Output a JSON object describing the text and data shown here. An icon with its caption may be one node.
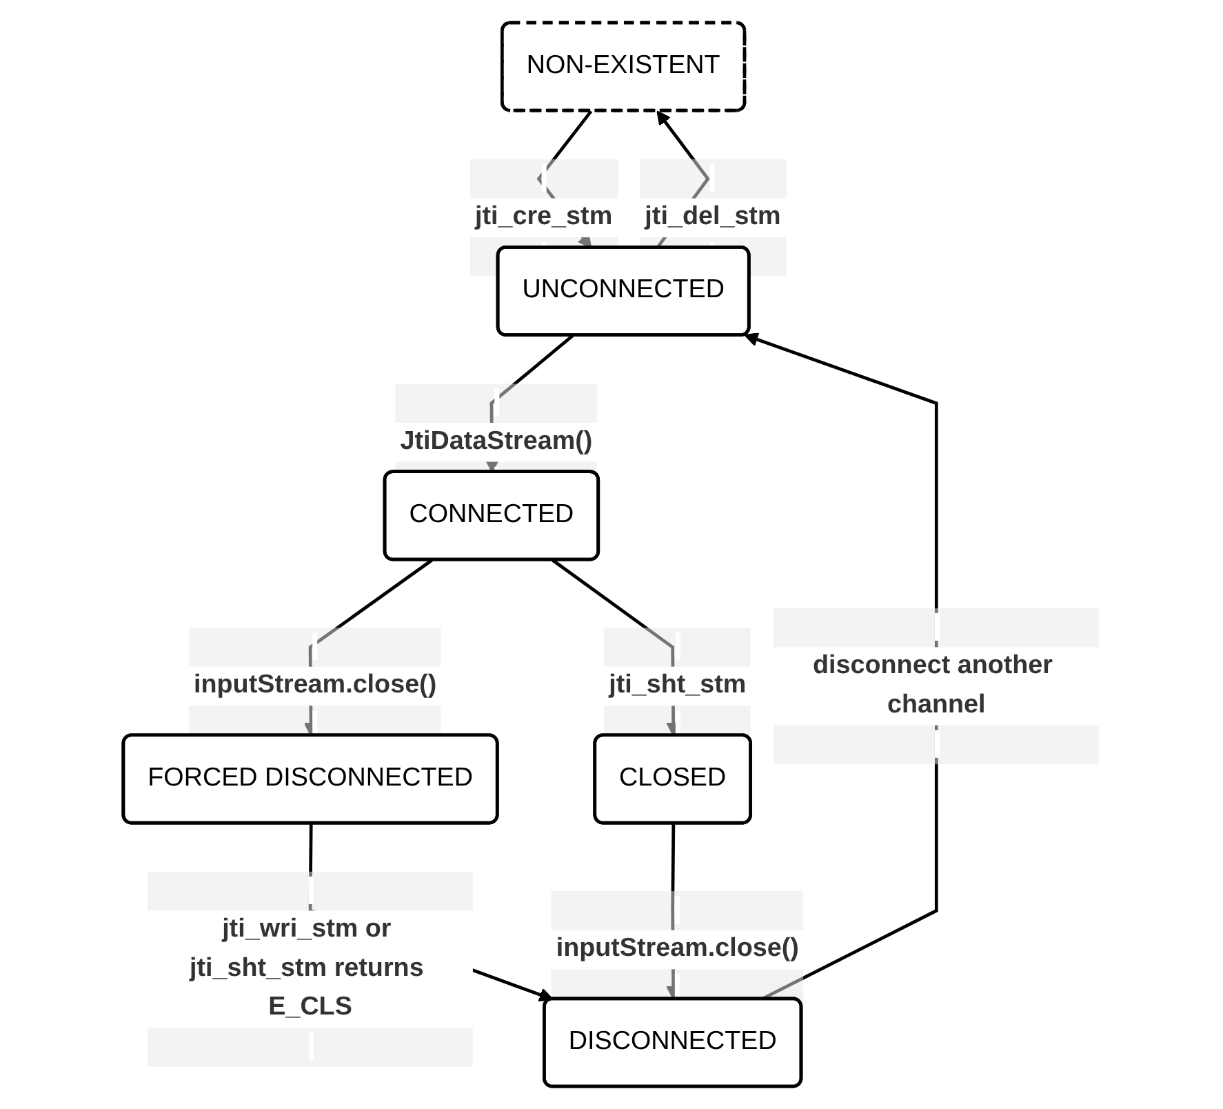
{
  "diagram": {
    "nodes": [
      {
        "text": [
          "NON-EXISTENT"
        ]
      },
      {
        "text": [
          "UNCONNECTED"
        ]
      },
      {
        "text": [
          "CONNECTED"
        ]
      },
      {
        "text": [
          "FORCED DISCONNECTED"
        ]
      },
      {
        "text": [
          "CLOSED"
        ]
      },
      {
        "text": [
          "DISCONNECTED"
        ]
      }
    ],
    "edges": [
      {
        "from": 0,
        "to": 1,
        "arrow": "to",
        "label": "jti_cre_stm"
      },
      {
        "from": 1,
        "to": 0,
        "arrow": "to",
        "label": "jti_del_stm"
      },
      {
        "from": 1,
        "to": 2,
        "arrow": "to",
        "label": "JtiDataStream()"
      },
      {
        "from": 2,
        "to": 3,
        "arrow": "to",
        "label": "inputStream.close()"
      },
      {
        "from": 2,
        "to": 4,
        "arrow": "to",
        "label": "jti_sht_stm"
      },
      {
        "from": 3,
        "to": 5,
        "arrow": "to",
        "label": "jti_wri_stm or jti_sht_stm returns E_CLS"
      },
      {
        "from": 4,
        "to": 5,
        "arrow": "to",
        "label": "inputStream.close()"
      },
      {
        "from": 5,
        "to": 1,
        "arrow": "to",
        "label": "disconnect another channel"
      }
    ]
  }
}
